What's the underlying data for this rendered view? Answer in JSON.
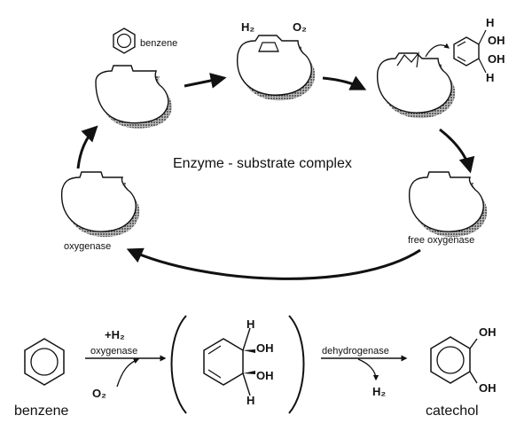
{
  "diagram": {
    "cycle_title": "Enzyme - substrate complex",
    "labels": {
      "benzene_top": "benzene",
      "h2_top": "H₂",
      "o2_top": "O₂",
      "oxygenase": "oxygenase",
      "free_oxygenase": "free oxygenase",
      "h_top_prod": "H",
      "oh1_top_prod": "OH",
      "oh2_top_prod": "OH",
      "h_bot_prod": "H"
    },
    "reaction": {
      "benzene": "benzene",
      "plus_h2": "+H₂",
      "oxygenase": "oxygenase",
      "o2": "O₂",
      "h_top": "H",
      "oh_top": "OH",
      "oh_bot": "OH",
      "h_bot": "H",
      "dehydrogenase": "dehydrogenase",
      "h2_out": "H₂",
      "catechol": "catechol",
      "oh_cat1": "OH",
      "oh_cat2": "OH"
    }
  }
}
